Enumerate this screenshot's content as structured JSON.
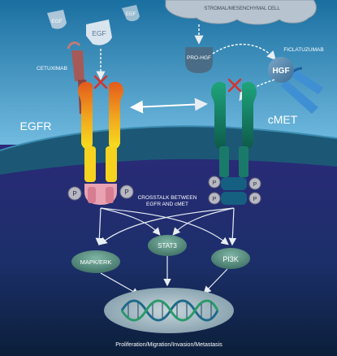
{
  "labels": {
    "egf_top_small": "EGF",
    "egf_top_right": "EGF",
    "egf_main": "EGF",
    "stromal_cell": "STROMAL/MESENCHYMAL CELL",
    "pro_hgf": "PRO-HGF",
    "hgf": "HGF",
    "cetuximab": "CETUXIMAB",
    "ficlatuzumab": "FICLATUZUMAB",
    "egfr": "EGFR",
    "cmet": "cMET",
    "crosstalk_line1": "CROSSTALK BETWEEN",
    "crosstalk_line2": "EGFR AND cMET",
    "phospho": "P",
    "mapk_erk": "MAPK/ERK",
    "stat3": "STAT3",
    "pi3k": "PI3K",
    "outcome": "Proliferation/Migration/Invasion/Metastasis"
  },
  "colors": {
    "sky_top": "#1a6fa0",
    "sky_bottom": "#7cc4e8",
    "membrane": "#1c5876",
    "cytoplasm_top": "#2a2a78",
    "cytoplasm_bottom": "#0b1f3a",
    "egfr_receptor": "#f0a21e",
    "cmet_receptor": "#1a8a6a",
    "pathway_node": "#4f8a7c",
    "inhibition": "#d7332c",
    "cetuximab": "#a65a58",
    "ficlatuzumab": "#3f8fd4"
  }
}
